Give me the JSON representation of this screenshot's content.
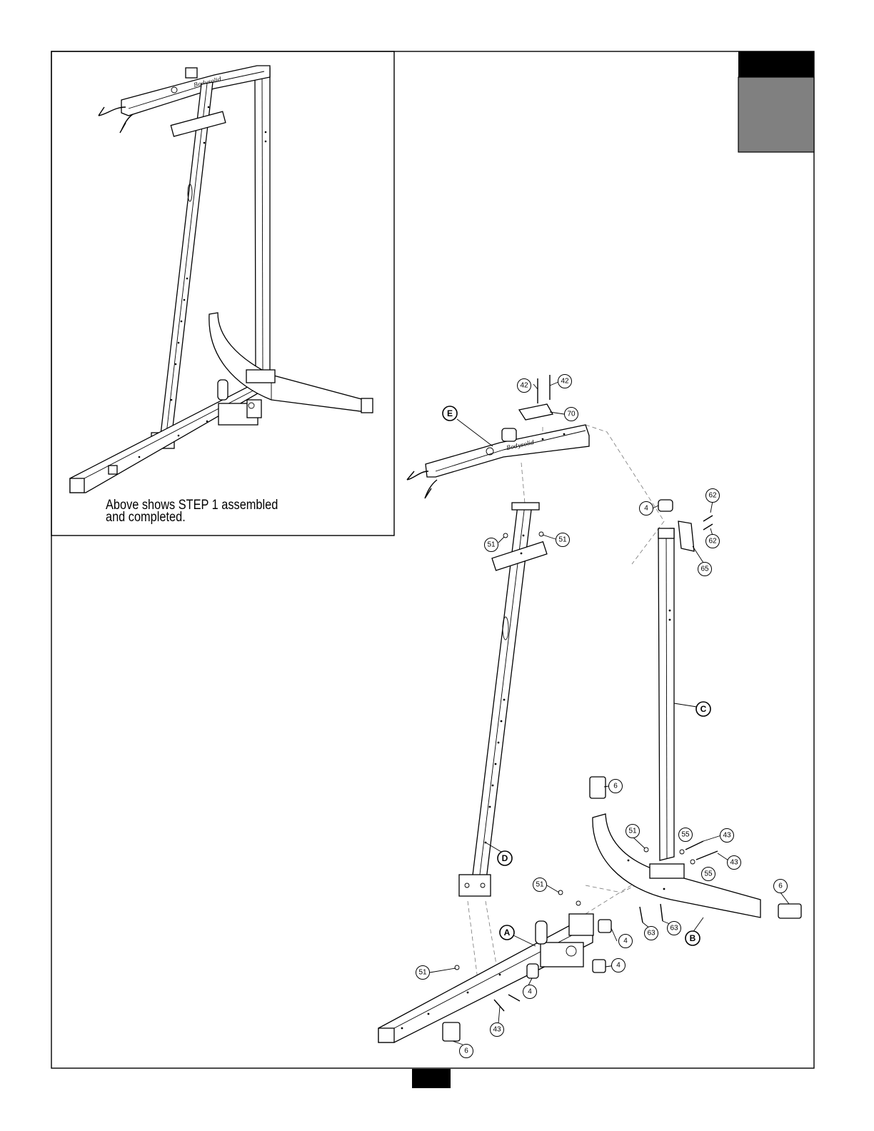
{
  "inset": {
    "caption_line1": "Above shows STEP 1 assembled",
    "caption_line2": "and completed.",
    "brand_mark": "Bodysolid"
  },
  "frame_letters": [
    "A",
    "B",
    "C",
    "D",
    "E"
  ],
  "part_callouts": [
    "42",
    "42",
    "70",
    "4",
    "62",
    "62",
    "65",
    "51",
    "51",
    "6",
    "51",
    "55",
    "43",
    "55",
    "43",
    "6",
    "51",
    "4",
    "63",
    "63",
    "51",
    "4",
    "4",
    "43",
    "6"
  ],
  "tab_colors": {
    "top": "#000000",
    "bottom": "#808080",
    "page_marker": "#000000"
  }
}
